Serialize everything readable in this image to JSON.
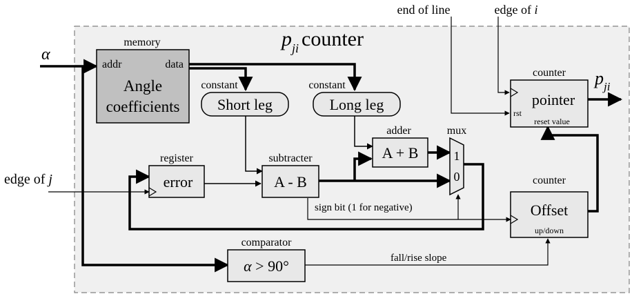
{
  "title": {
    "p": "p",
    "sub": "ji",
    "word": "counter"
  },
  "inputs": {
    "alpha": "α",
    "end_of_line": "end of line",
    "edge_of": "edge of",
    "i": "i",
    "edge_of_j_prefix": "edge of",
    "j": "j"
  },
  "output": {
    "p": "p",
    "sub": "ji"
  },
  "memory": {
    "label": "memory",
    "addr": "addr",
    "data": "data",
    "line1": "Angle",
    "line2": "coefficients",
    "fill": "#c0c0c0"
  },
  "short_leg": {
    "label": "constant",
    "text": "Short leg"
  },
  "long_leg": {
    "label": "constant",
    "text": "Long leg"
  },
  "register": {
    "label": "register",
    "text": "error"
  },
  "subtracter": {
    "label": "subtracter",
    "text": "A - B"
  },
  "adder": {
    "label": "adder",
    "text": "A + B"
  },
  "mux": {
    "label": "mux",
    "one": "1",
    "zero": "0"
  },
  "pointer_counter": {
    "label": "counter",
    "text": "pointer",
    "rst": "rst",
    "reset": "reset value"
  },
  "offset_counter": {
    "label": "counter",
    "text": "Offset",
    "updown": "up/down"
  },
  "comparator": {
    "label": "comparator",
    "alpha": "α",
    "rest": " > 90°"
  },
  "signals": {
    "sign_bit": "sign bit (1 for negative)",
    "slope": "fall/rise slope"
  },
  "colors": {
    "block_fill": "#e8e8e8",
    "panel_fill": "#f0f0f0",
    "panel_border": "#808080",
    "line": "#000000"
  }
}
